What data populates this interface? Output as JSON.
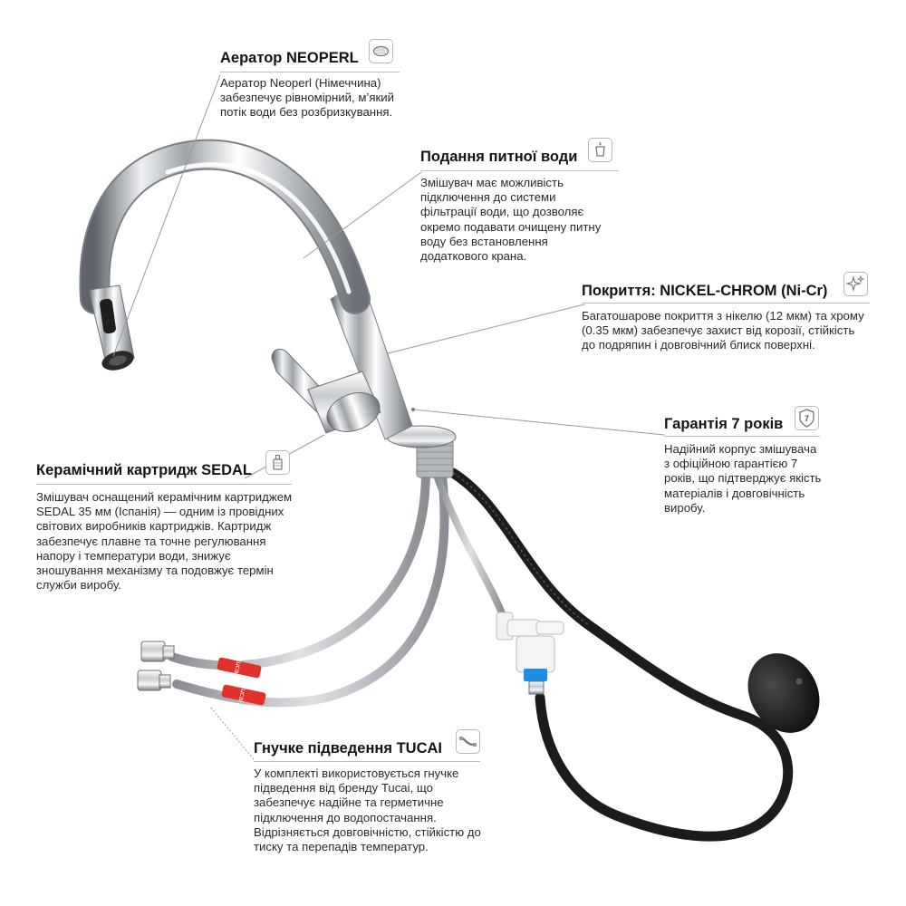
{
  "callouts": {
    "aerator": {
      "title": "Аератор NEOPERL",
      "icon": "aerator-icon",
      "text": "Аератор Neoperl (Німеччина) забезпечує рівномірний, м’який потік води без розбризкування."
    },
    "drinking_water": {
      "title": "Подання питної води",
      "icon": "water-glass-icon",
      "text": "Змішувач має можливість підключення до системи фільтрації води, що дозволяє окремо подавати очищену питну воду без встановлення додаткового крана."
    },
    "coating": {
      "title": "Покриття: NICKEL-CHROM (Ni-Cr)",
      "icon": "sparkle-icon",
      "text": "Багатошарове покриття з нікелю (12 мкм) та хрому (0.35 мкм) забезпечує захист від корозії, стійкість до подряпин і довговічний блиск поверхні."
    },
    "warranty": {
      "title": "Гарантія 7 років",
      "icon": "warranty-badge-icon",
      "badge_number": "7",
      "text": "Надійний корпус змішувача з офіційною гарантією 7 років, що підтверджує якість матеріалів і довговічність виробу."
    },
    "cartridge": {
      "title": "Керамічний картридж SEDAL",
      "icon": "cartridge-icon",
      "text": "Змішувач оснащений керамічним картриджем SEDAL 35 мм (Іспанія) — одним із провідних світових виробників картриджів. Картридж забезпечує плавне та точне регулювання напору і температури води, знижує зношування механізму та подовжує термін служби виробу."
    },
    "hoses": {
      "title": "Гнучке підведення TUCAI",
      "icon": "flexible-hose-icon",
      "text": "У комплекті використовується гнучке підведення від бренду Tucai, що забезпечує надійне та герметичне підключення до водопостачання. Відрізняється довговічністю, стійкістю до тиску та перепадів температур."
    }
  },
  "hose_brand_label": "tucai",
  "colors": {
    "chrome": "#d9dce0",
    "chrome_dark": "#6c7177",
    "hose_black": "#1c1c1c",
    "brand_red": "#e0312b",
    "accent_blue": "#1d8ee6",
    "line_gray": "#9a9a9a"
  }
}
